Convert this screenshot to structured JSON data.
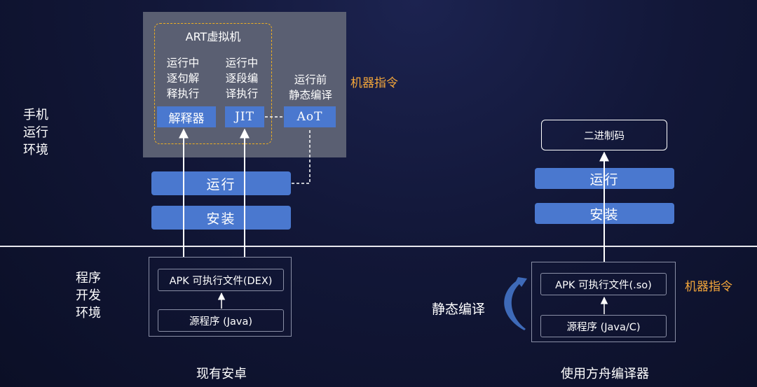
{
  "labels": {
    "phone_env": [
      "手机",
      "运行",
      "环境"
    ],
    "dev_env": [
      "程序",
      "开发",
      "环境"
    ]
  },
  "android": {
    "art_title": "ART虚拟机",
    "interp_desc": [
      "运行中",
      "逐句解",
      "释执行"
    ],
    "jit_desc": [
      "运行中",
      "逐段编",
      "译执行"
    ],
    "aot_desc": [
      "运行前",
      "静态编译"
    ],
    "interpreter": "解释器",
    "jit": "JIT",
    "aot": "AoT",
    "machine_code": "机器指令",
    "run": "运行",
    "install": "安装",
    "apk": "APK 可执行文件(DEX)",
    "source": "源程序 (Java)",
    "caption": "现有安卓"
  },
  "ark": {
    "binary": "二进制码",
    "run": "运行",
    "install": "安装",
    "apk": "APK 可执行文件(.so)",
    "source": "源程序 (Java/C)",
    "machine_code": "机器指令",
    "static_compile": "静态编译",
    "caption": "使用方舟编译器"
  },
  "colors": {
    "background": "#121738",
    "button_blue": "#4a78cf",
    "accent_orange": "#f3a63a",
    "vm_panel": "#5a5f72",
    "dashed_border": "#f0b020",
    "arrow_blue": "#3e6ab8"
  }
}
